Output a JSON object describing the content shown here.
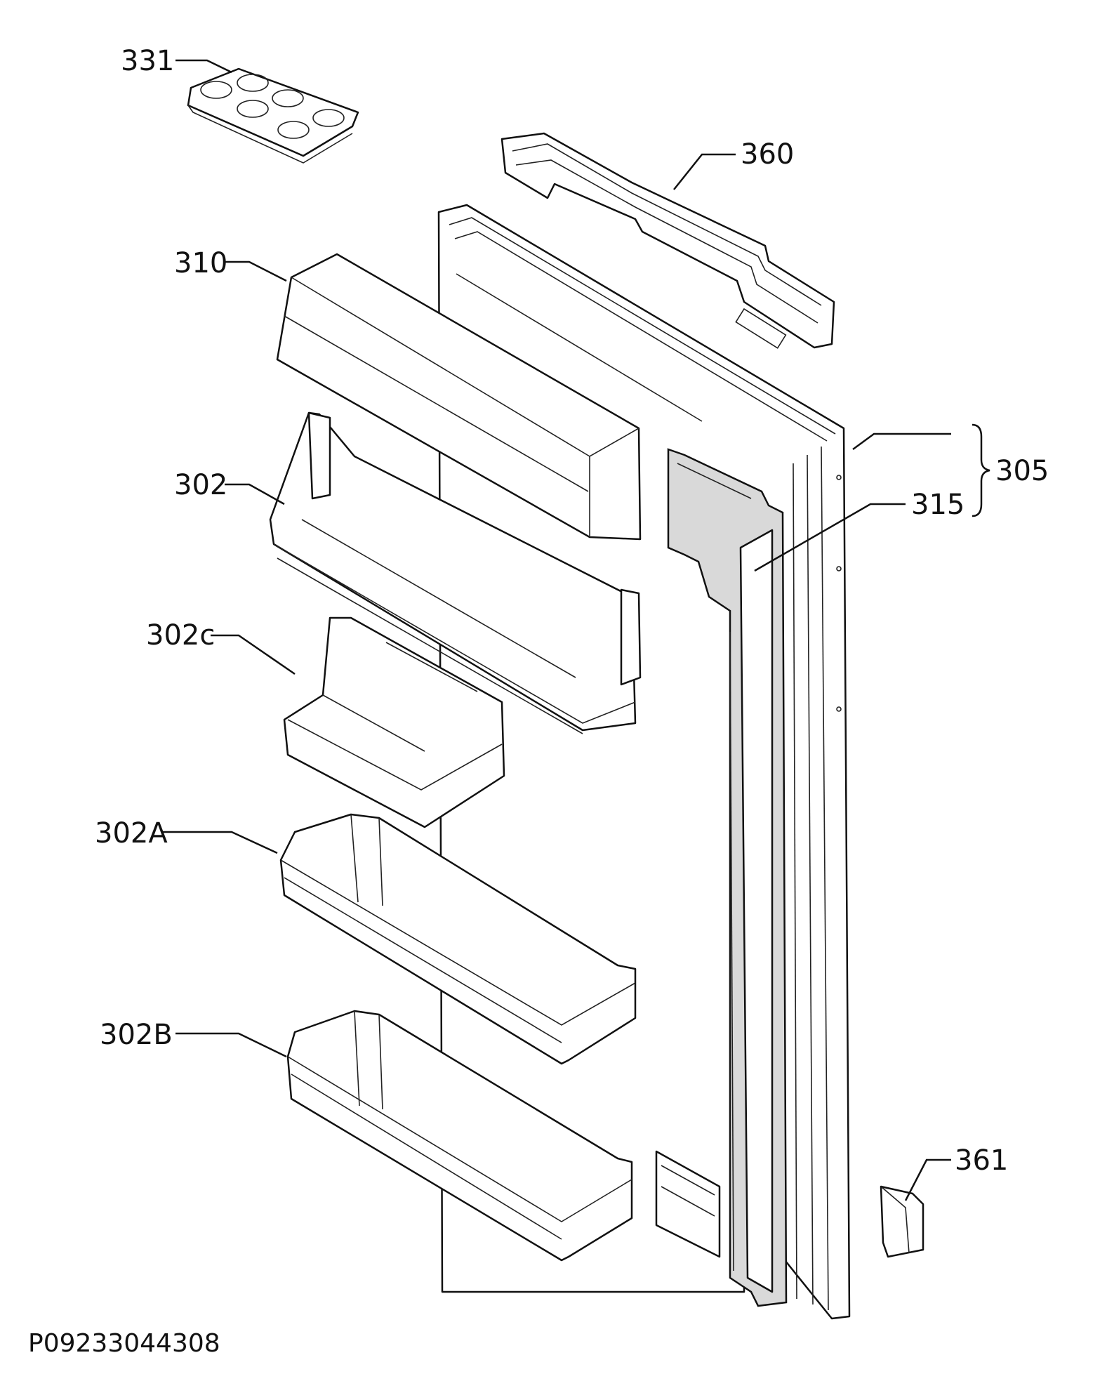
{
  "labels": {
    "p331": "331",
    "p360": "360",
    "p310": "310",
    "p302": "302",
    "p302c": "302c",
    "p302A": "302A",
    "p302B": "302B",
    "p305": "305",
    "p315": "315",
    "p361": "361"
  },
  "drawing_code": "P09233044308",
  "colors": {
    "line": "#111111",
    "background": "#ffffff",
    "gasket": "#d9d9d9"
  }
}
